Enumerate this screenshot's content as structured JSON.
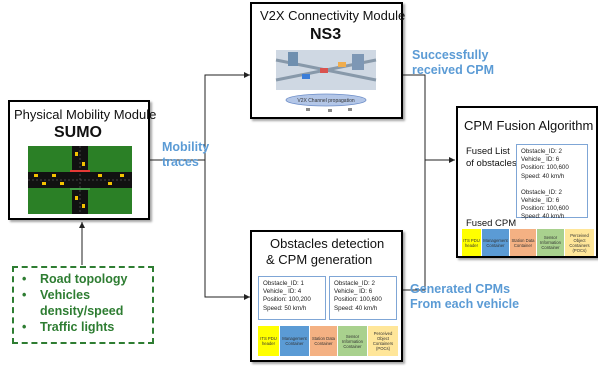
{
  "v2x": {
    "title": "V2X Connectivity Module",
    "name": "NS3",
    "image_caption": "V2X Channel propagation"
  },
  "physical": {
    "title": "Physical Mobility Module",
    "name": "SUMO"
  },
  "fusion": {
    "title": "CPM Fusion Algorithm",
    "fused_list_label": "Fused List of obstacles",
    "fused_cpm_label": "Fused CPM",
    "entries": [
      [
        "Obstacle_ID: 2",
        "Vehicle_ ID: 6",
        "Position: 100,600",
        "Speed: 40 km/h"
      ],
      [
        "Obstacle_ID: 2",
        "Vehicle_ ID: 6",
        "Position: 100,600",
        "Speed: 40 km/h"
      ]
    ]
  },
  "obstacles": {
    "title_line1": "Obstacles detection",
    "title_line2": "& CPM generation",
    "card1": [
      "Obstacle_ID: 1",
      "Vehicle_ ID: 4",
      "Position: 100,200",
      "Speed: 50 km/h"
    ],
    "card2": [
      "Obstacle_ID: 2",
      "Vehicle_ ID: 6",
      "Position: 100,600",
      "Speed: 40 km/h"
    ]
  },
  "cpm_strip": [
    {
      "label": "ITS PDU header",
      "color": "#ffff00"
    },
    {
      "label": "Management Container",
      "color": "#5b9bd5"
    },
    {
      "label": "Station Data Container",
      "color": "#f4b183"
    },
    {
      "label": "Sensor Information Container",
      "color": "#a9d18e"
    },
    {
      "label": "Perceived Object Containers (POCs)",
      "color": "#ffe699"
    }
  ],
  "labels": {
    "successfully_line1": "Successfully",
    "successfully_line2": "received CPM",
    "mobility_line1": "Mobility",
    "mobility_line2": "traces",
    "generated_line1": "Generated CPMs",
    "generated_line2": "From each vehicle"
  },
  "inputs": {
    "items": [
      "Road topology",
      "Vehicles",
      "density/speed",
      "Traffic lights"
    ]
  },
  "colors": {
    "accent_blue": "#5b9bd5",
    "input_green": "#2e7d32"
  }
}
